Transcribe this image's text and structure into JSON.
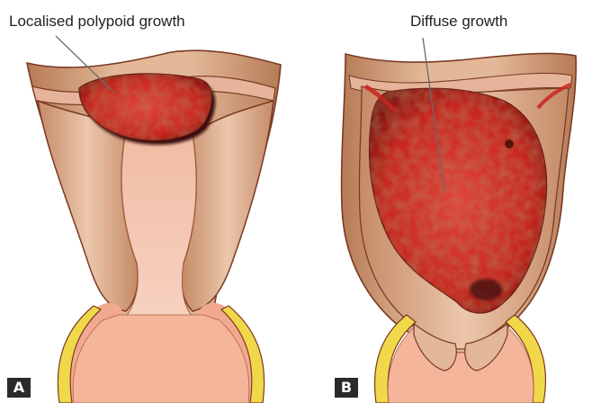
{
  "panels": [
    {
      "letter": "A",
      "label": "Localised polypoid growth"
    },
    {
      "letter": "B",
      "label": "Diffuse growth"
    }
  ],
  "colors": {
    "uterus_wall": "#d8a989",
    "uterus_wall_shadow": "#a86a48",
    "cavity": "#f3c4ae",
    "tumour": "#cc2a22",
    "tumour_dark": "#6a1a12",
    "cervix_yellow": "#f1d84a",
    "outline": "#7a3b24"
  }
}
